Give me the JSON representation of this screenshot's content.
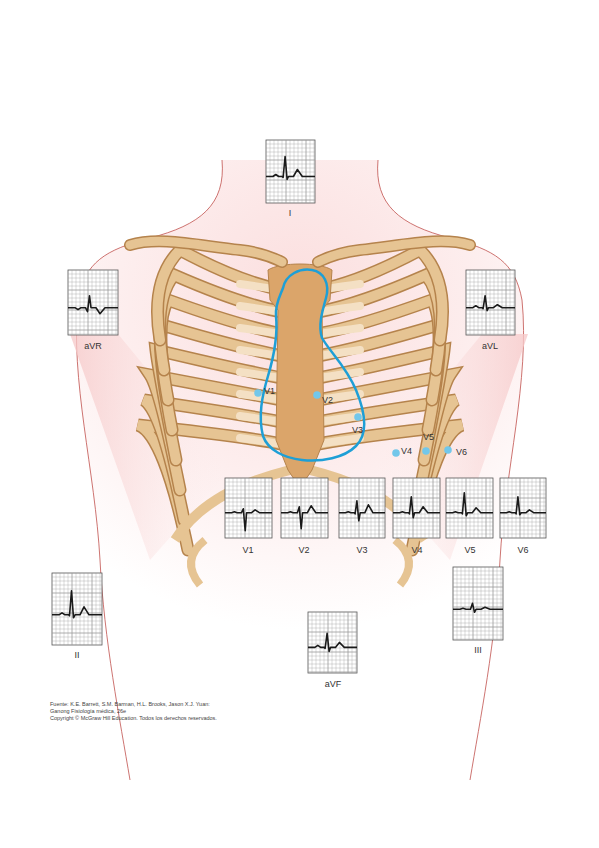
{
  "diagram": {
    "labels": [
      "I",
      "aVR",
      "aVL",
      "V1",
      "V2",
      "V3",
      "V4",
      "V5",
      "V6",
      "V1",
      "V2",
      "V3",
      "V4",
      "V5",
      "V6",
      "II",
      "III",
      "aVF",
      "Fuente: K.E. Barrett, S.M. Barman, H.L. Brooks, Jason X.J. Yuan:",
      "Ganong Fisiología médica, 26e",
      "Copyright © McGraw Hill Education. Todos los derechos reservados."
    ]
  }
}
